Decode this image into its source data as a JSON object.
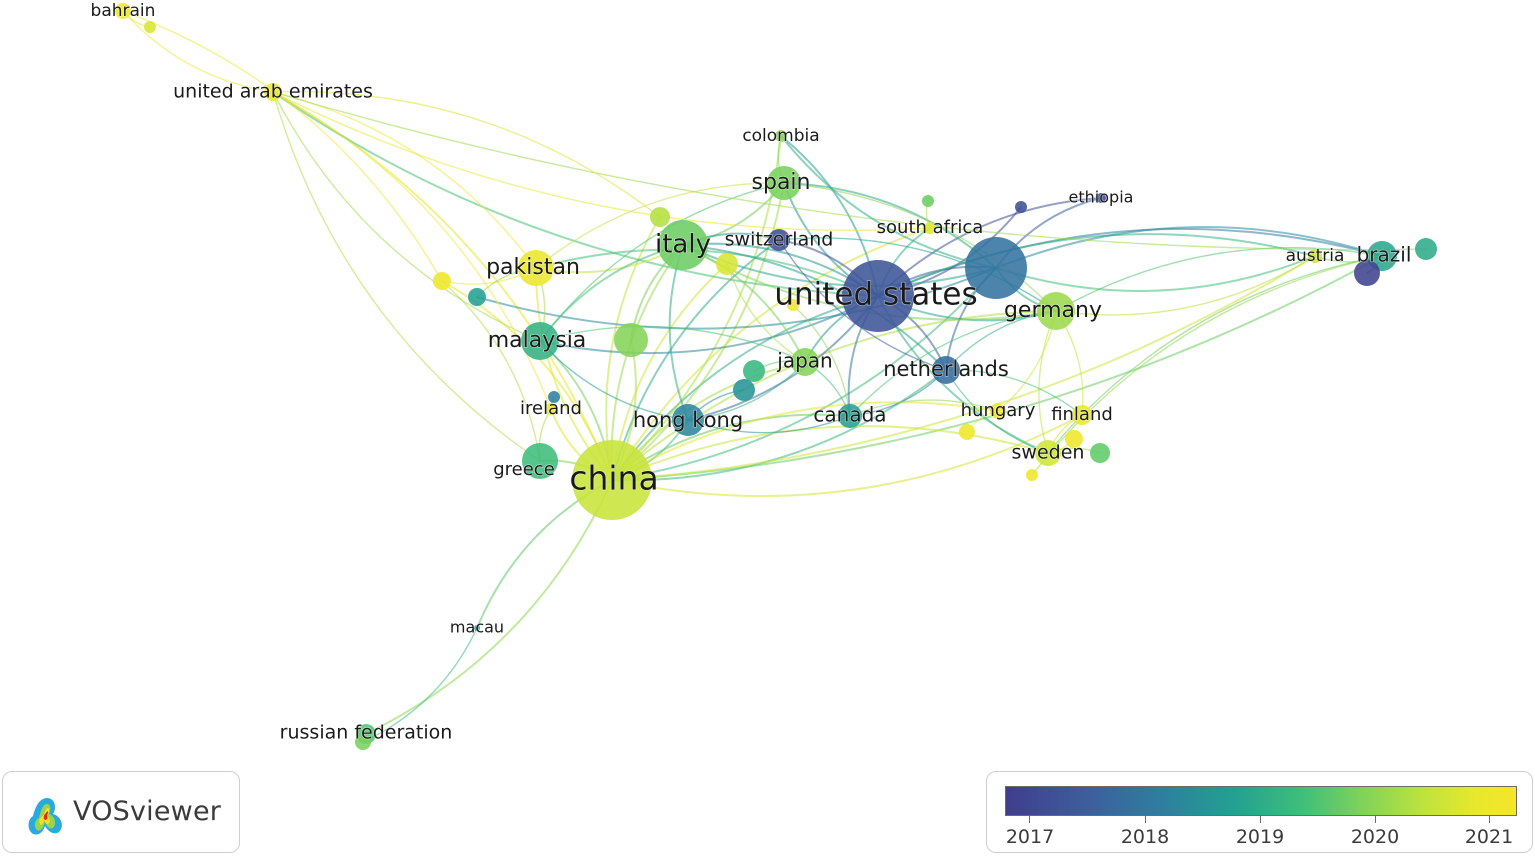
{
  "app": {
    "name": "VOSviewer"
  },
  "legend": {
    "ticks": [
      "2017",
      "2018",
      "2019",
      "2020",
      "2021"
    ],
    "colors": [
      "#403d8d",
      "#3d5c9c",
      "#2f7da0",
      "#23a191",
      "#3fbe7a",
      "#7fd35a",
      "#bfe33d",
      "#e8e82c",
      "#f5e62a"
    ]
  },
  "network": {
    "nodes": [
      {
        "id": "china",
        "label": "china",
        "year": 2020.3
      },
      {
        "id": "united-states",
        "label": "united states",
        "year": 2017.4
      },
      {
        "id": "big-blue",
        "label": "",
        "year": 2017.9
      },
      {
        "id": "italy",
        "label": "italy",
        "year": 2019.5
      },
      {
        "id": "spain",
        "label": "spain",
        "year": 2019.6
      },
      {
        "id": "pakistan",
        "label": "pakistan",
        "year": 2020.9
      },
      {
        "id": "malaysia",
        "label": "malaysia",
        "year": 2018.9
      },
      {
        "id": "germany",
        "label": "germany",
        "year": 2019.9
      },
      {
        "id": "netherlands",
        "label": "netherlands",
        "year": 2017.8
      },
      {
        "id": "japan",
        "label": "japan",
        "year": 2019.7
      },
      {
        "id": "hong-kong",
        "label": "hong kong",
        "year": 2018.2
      },
      {
        "id": "canada",
        "label": "canada",
        "year": 2018.6
      },
      {
        "id": "switzerland",
        "label": "switzerland",
        "year": 2017.3
      },
      {
        "id": "south-africa",
        "label": "south africa",
        "year": 2020.6
      },
      {
        "id": "brazil",
        "label": "brazil",
        "year": 2018.7
      },
      {
        "id": "austria",
        "label": "austria",
        "year": 2020.4
      },
      {
        "id": "sweden",
        "label": "sweden",
        "year": 2020.4
      },
      {
        "id": "finland",
        "label": "finland",
        "year": 2020.7
      },
      {
        "id": "hungary",
        "label": "hungary",
        "year": 2021.0
      },
      {
        "id": "ireland",
        "label": "ireland",
        "year": 2020.9
      },
      {
        "id": "greece",
        "label": "greece",
        "year": 2019.1
      },
      {
        "id": "colombia",
        "label": "colombia",
        "year": 2019.8
      },
      {
        "id": "ethiopia",
        "label": "ethiopia",
        "year": 2017.3
      },
      {
        "id": "united-arab-emirates",
        "label": "united arab emirates",
        "year": 2021.0
      },
      {
        "id": "bahrain",
        "label": "bahrain",
        "year": 2021.0
      },
      {
        "id": "macau",
        "label": "macau",
        "year": 2018.5
      },
      {
        "id": "russian-federation",
        "label": "russian federation",
        "year": 2019.3
      },
      {
        "id": "unl-1",
        "label": "",
        "year": 2019.7
      },
      {
        "id": "unl-2",
        "label": "",
        "year": 2020.1
      },
      {
        "id": "unl-3",
        "label": "",
        "year": 2021.0
      },
      {
        "id": "unl-4",
        "label": "",
        "year": 2018.6
      },
      {
        "id": "unl-5",
        "label": "",
        "year": 2020.5
      },
      {
        "id": "unl-6",
        "label": "",
        "year": 2019.0
      },
      {
        "id": "unl-7",
        "label": "",
        "year": 2018.4
      },
      {
        "id": "unl-8",
        "label": "",
        "year": 2017.3
      },
      {
        "id": "unl-9",
        "label": "",
        "year": 2017.1
      },
      {
        "id": "unl-10",
        "label": "",
        "year": 2018.8
      },
      {
        "id": "unl-11",
        "label": "",
        "year": 2019.5
      },
      {
        "id": "unl-12",
        "label": "",
        "year": 2021.0
      },
      {
        "id": "unl-13",
        "label": "",
        "year": 2021.0
      },
      {
        "id": "unl-14",
        "label": "",
        "year": 2019.4
      },
      {
        "id": "unl-15",
        "label": "",
        "year": 2021.0
      },
      {
        "id": "unl-16",
        "label": "",
        "year": 2021.0
      },
      {
        "id": "unl-17",
        "label": "",
        "year": 2020.5
      },
      {
        "id": "unl-18",
        "label": "",
        "year": 2018.1
      }
    ],
    "edges": [
      [
        "china",
        "united-states"
      ],
      [
        "china",
        "big-blue"
      ],
      [
        "china",
        "italy"
      ],
      [
        "china",
        "spain"
      ],
      [
        "china",
        "pakistan"
      ],
      [
        "china",
        "malaysia"
      ],
      [
        "china",
        "germany"
      ],
      [
        "china",
        "netherlands"
      ],
      [
        "china",
        "japan"
      ],
      [
        "china",
        "hong-kong"
      ],
      [
        "china",
        "canada"
      ],
      [
        "china",
        "brazil"
      ],
      [
        "china",
        "sweden"
      ],
      [
        "china",
        "greece"
      ],
      [
        "china",
        "ireland"
      ],
      [
        "china",
        "macau"
      ],
      [
        "china",
        "russian-federation"
      ],
      [
        "china",
        "united-arab-emirates"
      ],
      [
        "china",
        "switzerland"
      ],
      [
        "china",
        "finland"
      ],
      [
        "china",
        "hungary"
      ],
      [
        "china",
        "unl-1"
      ],
      [
        "china",
        "unl-2"
      ],
      [
        "china",
        "unl-3"
      ],
      [
        "china",
        "south-africa"
      ],
      [
        "china",
        "austria"
      ],
      [
        "china",
        "unl-5"
      ],
      [
        "china",
        "colombia"
      ],
      [
        "united-states",
        "big-blue"
      ],
      [
        "united-states",
        "italy"
      ],
      [
        "united-states",
        "spain"
      ],
      [
        "united-states",
        "pakistan"
      ],
      [
        "united-states",
        "malaysia"
      ],
      [
        "united-states",
        "germany"
      ],
      [
        "united-states",
        "netherlands"
      ],
      [
        "united-states",
        "japan"
      ],
      [
        "united-states",
        "hong-kong"
      ],
      [
        "united-states",
        "canada"
      ],
      [
        "united-states",
        "brazil"
      ],
      [
        "united-states",
        "switzerland"
      ],
      [
        "united-states",
        "south-africa"
      ],
      [
        "united-states",
        "sweden"
      ],
      [
        "united-states",
        "ethiopia"
      ],
      [
        "united-states",
        "unl-8"
      ],
      [
        "united-states",
        "austria"
      ],
      [
        "united-states",
        "colombia"
      ],
      [
        "united-states",
        "united-arab-emirates"
      ],
      [
        "big-blue",
        "germany"
      ],
      [
        "big-blue",
        "brazil"
      ],
      [
        "big-blue",
        "netherlands"
      ],
      [
        "big-blue",
        "ethiopia"
      ],
      [
        "big-blue",
        "austria"
      ],
      [
        "big-blue",
        "unl-4"
      ],
      [
        "big-blue",
        "spain"
      ],
      [
        "big-blue",
        "italy"
      ],
      [
        "italy",
        "spain"
      ],
      [
        "italy",
        "pakistan"
      ],
      [
        "italy",
        "malaysia"
      ],
      [
        "italy",
        "switzerland"
      ],
      [
        "italy",
        "germany"
      ],
      [
        "italy",
        "japan"
      ],
      [
        "italy",
        "hong-kong"
      ],
      [
        "italy",
        "netherlands"
      ],
      [
        "italy",
        "unl-1"
      ],
      [
        "spain",
        "germany"
      ],
      [
        "spain",
        "pakistan"
      ],
      [
        "spain",
        "colombia"
      ],
      [
        "spain",
        "malaysia"
      ],
      [
        "pakistan",
        "malaysia"
      ],
      [
        "pakistan",
        "united-arab-emirates"
      ],
      [
        "pakistan",
        "unl-3"
      ],
      [
        "pakistan",
        "unl-4"
      ],
      [
        "malaysia",
        "united-arab-emirates"
      ],
      [
        "malaysia",
        "hong-kong"
      ],
      [
        "malaysia",
        "japan"
      ],
      [
        "germany",
        "netherlands"
      ],
      [
        "germany",
        "brazil"
      ],
      [
        "germany",
        "sweden"
      ],
      [
        "germany",
        "finland"
      ],
      [
        "germany",
        "austria"
      ],
      [
        "germany",
        "hungary"
      ],
      [
        "germany",
        "canada"
      ],
      [
        "netherlands",
        "canada"
      ],
      [
        "netherlands",
        "sweden"
      ],
      [
        "netherlands",
        "finland"
      ],
      [
        "canada",
        "japan"
      ],
      [
        "canada",
        "hungary"
      ],
      [
        "canada",
        "unl-16"
      ],
      [
        "sweden",
        "finland"
      ],
      [
        "sweden",
        "unl-13"
      ],
      [
        "sweden",
        "unl-14"
      ],
      [
        "hungary",
        "unl-12"
      ],
      [
        "brazil",
        "austria"
      ],
      [
        "brazil",
        "unl-15"
      ],
      [
        "brazil",
        "unl-9"
      ],
      [
        "brazil",
        "sweden"
      ],
      [
        "united-arab-emirates",
        "bahrain"
      ],
      [
        "united-arab-emirates",
        "unl-10"
      ],
      [
        "united-arab-emirates",
        "ireland"
      ],
      [
        "united-arab-emirates",
        "greece"
      ],
      [
        "united-arab-emirates",
        "unl-2"
      ],
      [
        "united-arab-emirates",
        "south-africa"
      ],
      [
        "bahrain",
        "unl-3"
      ],
      [
        "bahrain",
        "unl-17"
      ],
      [
        "greece",
        "ireland"
      ],
      [
        "greece",
        "unl-3"
      ],
      [
        "ireland",
        "unl-18"
      ],
      [
        "hong-kong",
        "japan"
      ],
      [
        "hong-kong",
        "unl-7"
      ],
      [
        "hong-kong",
        "canada"
      ],
      [
        "japan",
        "unl-5"
      ],
      [
        "japan",
        "unl-6"
      ],
      [
        "south-africa",
        "unl-11"
      ],
      [
        "russian-federation",
        "unl-19"
      ],
      [
        "macau",
        "unl-19"
      ],
      [
        "switzerland",
        "netherlands"
      ],
      [
        "switzerland",
        "germany"
      ],
      [
        "colombia",
        "big-blue"
      ]
    ]
  }
}
